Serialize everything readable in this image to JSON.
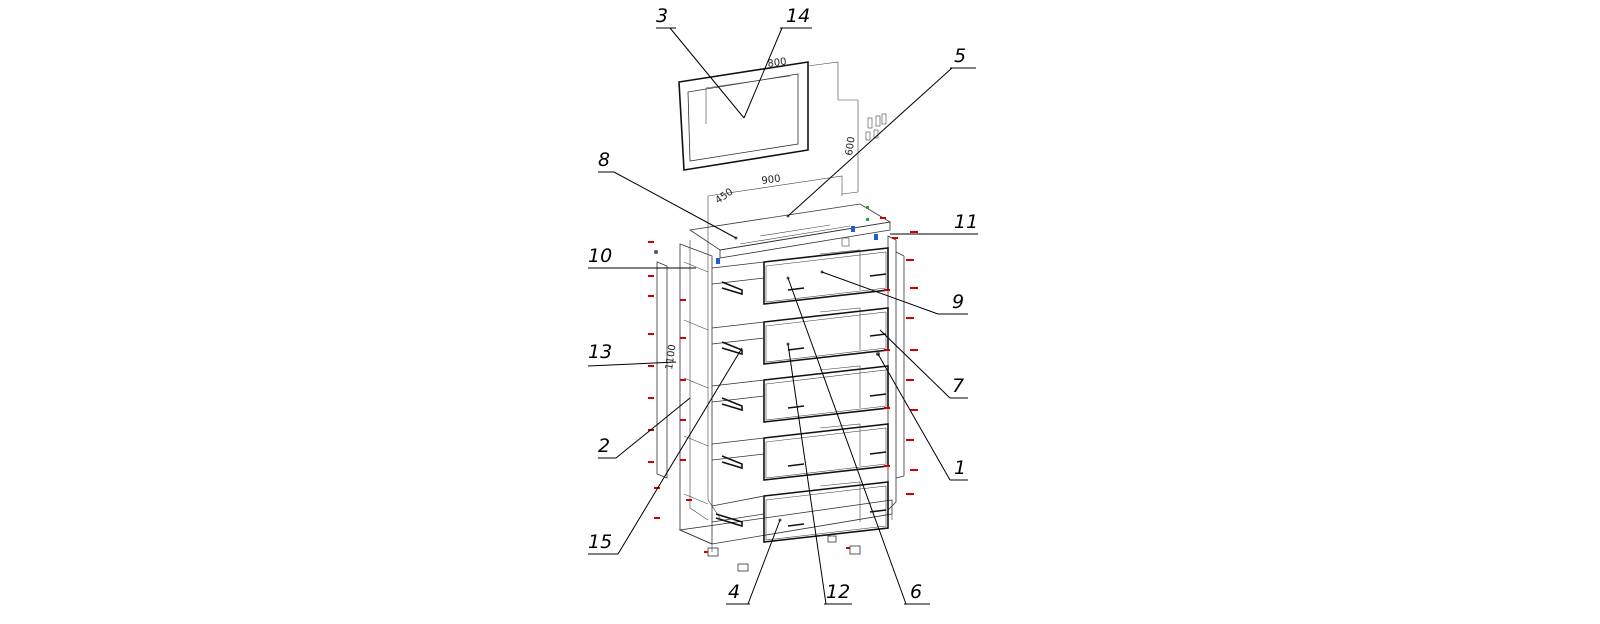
{
  "callouts": [
    {
      "id": "c3",
      "label": "3"
    },
    {
      "id": "c14",
      "label": "14"
    },
    {
      "id": "c5",
      "label": "5"
    },
    {
      "id": "c8",
      "label": "8"
    },
    {
      "id": "c11",
      "label": "11"
    },
    {
      "id": "c10",
      "label": "10"
    },
    {
      "id": "c9",
      "label": "9"
    },
    {
      "id": "c13",
      "label": "13"
    },
    {
      "id": "c7",
      "label": "7"
    },
    {
      "id": "c2",
      "label": "2"
    },
    {
      "id": "c1",
      "label": "1"
    },
    {
      "id": "c15",
      "label": "15"
    },
    {
      "id": "c4",
      "label": "4"
    },
    {
      "id": "c12",
      "label": "12"
    },
    {
      "id": "c6",
      "label": "6"
    }
  ],
  "dimensions": {
    "width": "900",
    "height": "600",
    "depth": "450",
    "mirror_top": "800",
    "side_mark": "1100"
  },
  "colors": {
    "line": "#000000",
    "screw": "#d00000",
    "accent_blue": "#1e5fd6",
    "accent_green": "#2aa52a"
  }
}
